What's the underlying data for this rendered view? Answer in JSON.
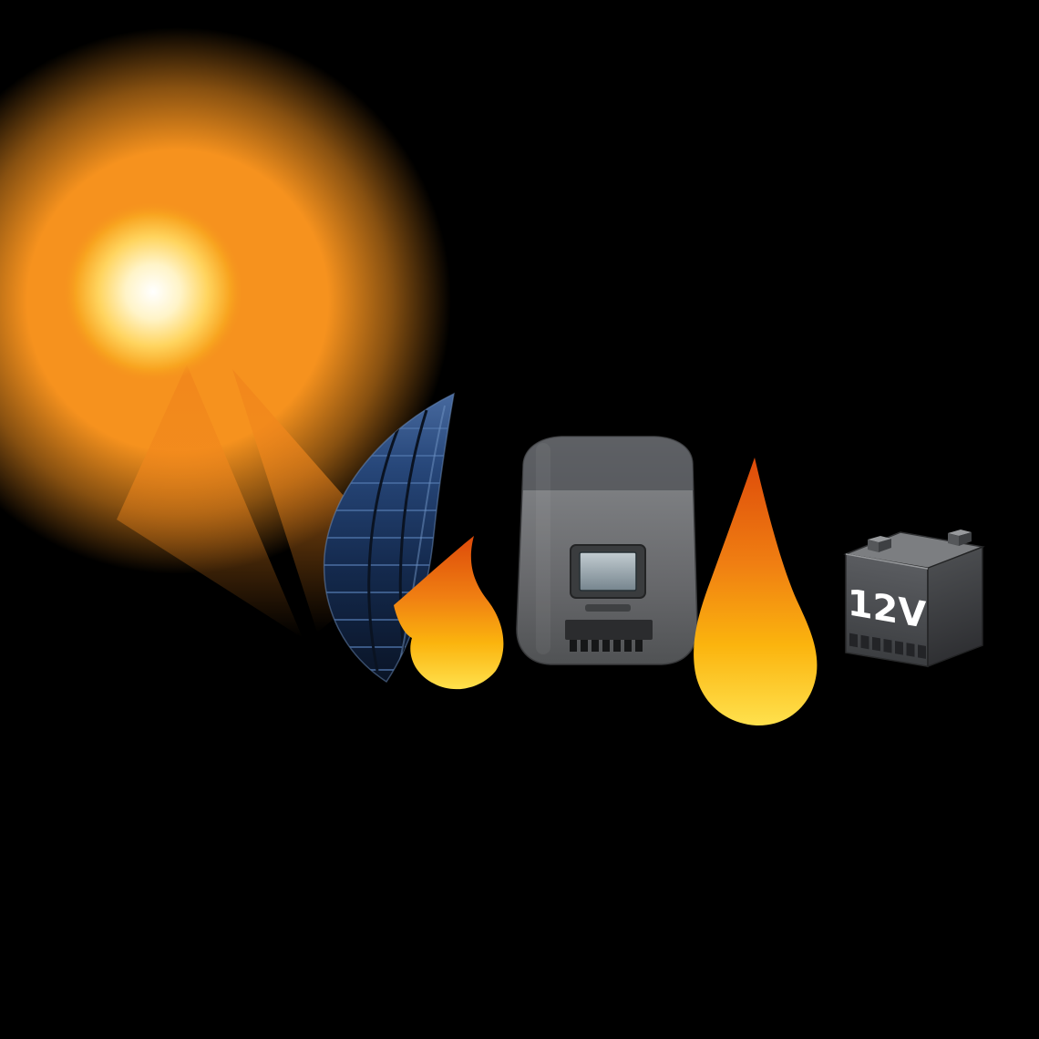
{
  "diagram": {
    "kind": "solar-charging-system-illustration",
    "background": "#000000",
    "elements": [
      {
        "name": "sun"
      },
      {
        "name": "flexible-solar-panel"
      },
      {
        "name": "energy-arrow-panel-to-controller"
      },
      {
        "name": "solar-charge-controller"
      },
      {
        "name": "energy-arrow-controller-to-battery"
      },
      {
        "name": "battery-12v"
      }
    ]
  },
  "battery": {
    "label": "12V"
  },
  "colors": {
    "background": "#000000",
    "sun_core": "#ffffff",
    "sun_glow": "#f6921e",
    "panel_navy": "#142a4e",
    "panel_sheen": "#47699e",
    "arrow_orange": "#dd4a0a",
    "arrow_yellow": "#ffe14d",
    "controller_gray": "#7e8083",
    "controller_screen": "#a9b7bd",
    "battery_front": "#3c3e41",
    "battery_top": "#7c7e81",
    "battery_label_color": "#ffffff"
  }
}
